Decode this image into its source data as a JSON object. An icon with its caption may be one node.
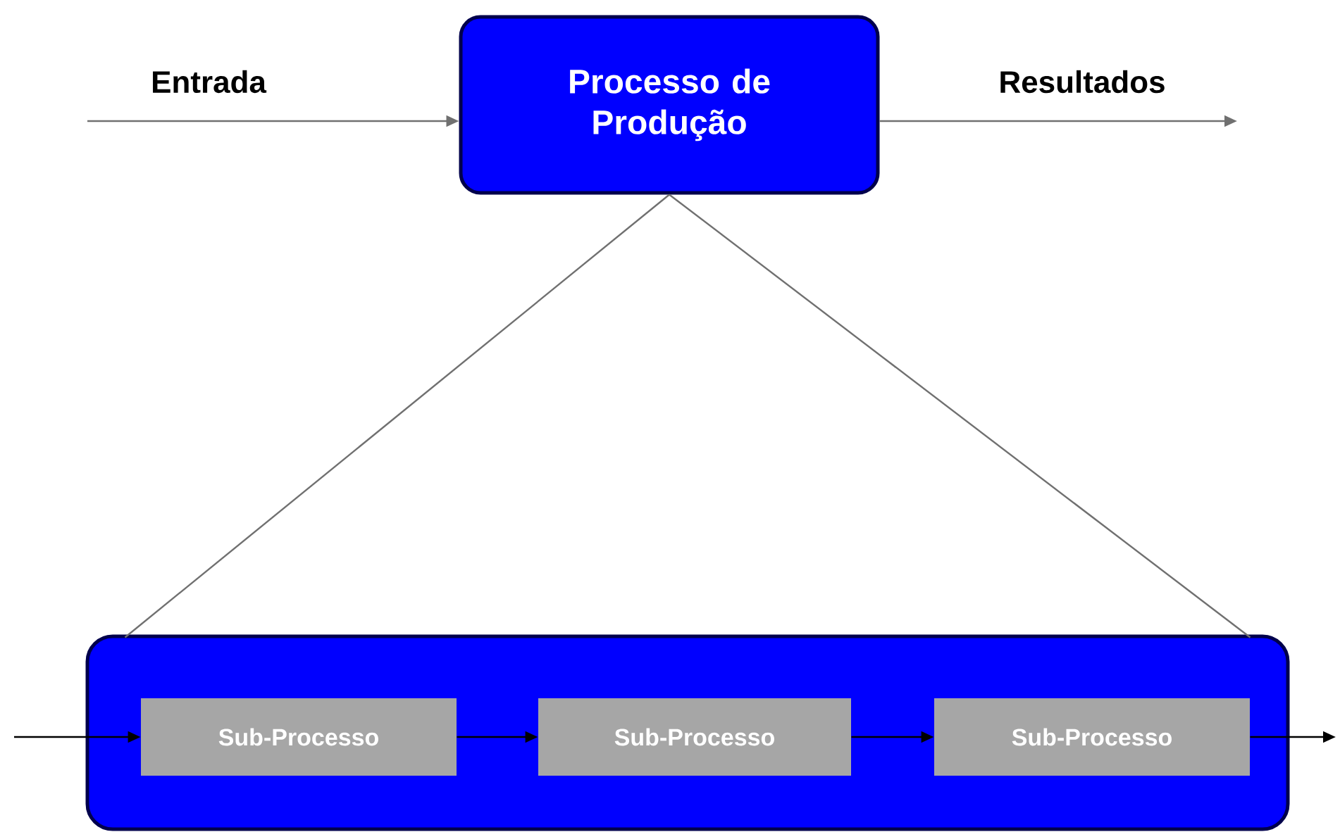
{
  "diagram": {
    "nodes": [
      {
        "text": [
          "Processo de Produção"
        ]
      },
      {
        "text": [],
        "shape": "box"
      },
      {
        "text": [
          "Sub-Processo"
        ],
        "in": 1
      },
      {
        "text": [
          "Sub-Processo"
        ],
        "in": 1
      },
      {
        "text": [
          "Sub-Processo"
        ],
        "in": 1
      }
    ],
    "edges": [
      {
        "from": null,
        "to": 0,
        "arrow": "to",
        "label": "Entrada",
        "color": "#707070"
      },
      {
        "from": 0,
        "to": null,
        "arrow": "to",
        "label": "Resultados",
        "color": "#707070"
      },
      {
        "from": 0,
        "to": 1,
        "arrow": "none",
        "color": "#707070"
      },
      {
        "from": 0,
        "to": 1,
        "arrow": "none",
        "color": "#707070"
      },
      {
        "from": null,
        "to": 2,
        "arrow": "to",
        "color": "#000000"
      },
      {
        "from": 2,
        "to": 3,
        "arrow": "to",
        "color": "#000000"
      },
      {
        "from": 3,
        "to": 4,
        "arrow": "to",
        "color": "#000000"
      },
      {
        "from": 4,
        "to": null,
        "arrow": "to",
        "color": "#000000"
      }
    ]
  }
}
